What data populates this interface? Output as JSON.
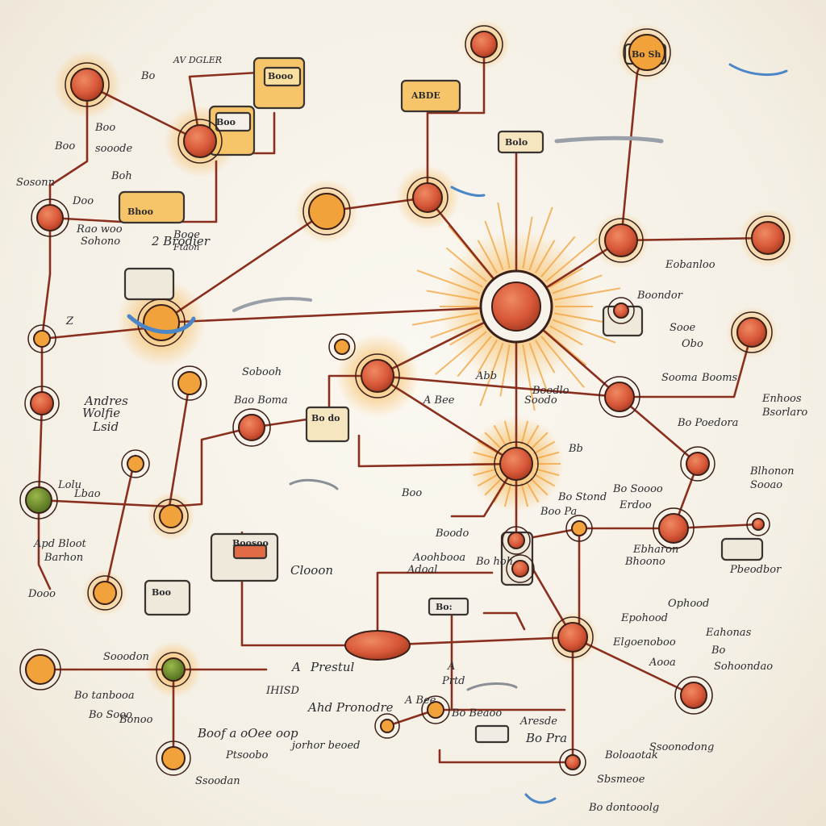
{
  "colors": {
    "wire": "#8a2f1e",
    "glow": "#f3a33a",
    "node": "#d9593a",
    "node_dark": "#7a2414",
    "ink": "#2b2b30",
    "box_fill": "#f6c56a",
    "box_stroke": "#3a3430",
    "leaf": "#6f8b2b",
    "blue": "#4b86c7"
  },
  "labels": [
    {
      "id": "l1",
      "text": "AV DGLER"
    },
    {
      "id": "l2",
      "text": "Bo"
    },
    {
      "id": "l3",
      "text": "Boo"
    },
    {
      "id": "l4",
      "text": "Boo"
    },
    {
      "id": "l5",
      "text": "Sosonn"
    },
    {
      "id": "l6",
      "text": "sooode"
    },
    {
      "id": "l7",
      "text": "Doo"
    },
    {
      "id": "l8",
      "text": "Rao woo"
    },
    {
      "id": "l9",
      "text": "Sohono"
    },
    {
      "id": "l10",
      "text": "Boh"
    },
    {
      "id": "l11",
      "text": "Ftaon"
    },
    {
      "id": "l12",
      "text": "Booe"
    },
    {
      "id": "l13",
      "text": "2 Brodier"
    },
    {
      "id": "l14",
      "text": "Z"
    },
    {
      "id": "l15",
      "text": "Andres"
    },
    {
      "id": "l16",
      "text": "Wolfie"
    },
    {
      "id": "l17",
      "text": "Lsid"
    },
    {
      "id": "l18",
      "text": "Lolu"
    },
    {
      "id": "l19",
      "text": "Lbao"
    },
    {
      "id": "l20",
      "text": "Apd Bloot"
    },
    {
      "id": "l21",
      "text": "Barhon"
    },
    {
      "id": "l22",
      "text": "Dooo"
    },
    {
      "id": "l23",
      "text": "Sooodon"
    },
    {
      "id": "l24",
      "text": "Bo tanbooa"
    },
    {
      "id": "l25",
      "text": "Bo Sooo"
    },
    {
      "id": "l26",
      "text": "Bonoo"
    },
    {
      "id": "l27",
      "text": "Boof a oOee oop"
    },
    {
      "id": "l28",
      "text": "Ptsoobo"
    },
    {
      "id": "l29",
      "text": "Ssoodan"
    },
    {
      "id": "l30",
      "text": "A"
    },
    {
      "id": "l31",
      "text": "Prestul"
    },
    {
      "id": "l32",
      "text": "IHISD"
    },
    {
      "id": "l33",
      "text": "Ahd Pronodre"
    },
    {
      "id": "l34",
      "text": "jorhor beoed"
    },
    {
      "id": "l35",
      "text": "Clooon"
    },
    {
      "id": "l36",
      "text": "A"
    },
    {
      "id": "l37",
      "text": "Prtd"
    },
    {
      "id": "l38",
      "text": "A Bee"
    },
    {
      "id": "l39",
      "text": "Bo Beaoo"
    },
    {
      "id": "l40",
      "text": "Aresde"
    },
    {
      "id": "l41",
      "text": "Bo Pra"
    },
    {
      "id": "l42",
      "text": "Boloaotak"
    },
    {
      "id": "l43",
      "text": "Sbsmeoe"
    },
    {
      "id": "l44",
      "text": "Ssoonodong"
    },
    {
      "id": "l45",
      "text": "Bo dontooolg"
    },
    {
      "id": "l46",
      "text": "Ophood"
    },
    {
      "id": "l47",
      "text": "Elgoenoboo"
    },
    {
      "id": "l48",
      "text": "Aooa"
    },
    {
      "id": "l49",
      "text": "Sohoondao"
    },
    {
      "id": "l50",
      "text": "Eahonas"
    },
    {
      "id": "l51",
      "text": "Bo"
    },
    {
      "id": "l52",
      "text": "Epohood"
    },
    {
      "id": "l53",
      "text": "Bhoono"
    },
    {
      "id": "l54",
      "text": "Ebharon"
    },
    {
      "id": "l55",
      "text": "Blhonon"
    },
    {
      "id": "l56",
      "text": "Sooao"
    },
    {
      "id": "l57",
      "text": "Bo Soooo"
    },
    {
      "id": "l58",
      "text": "Erdoo"
    },
    {
      "id": "l59",
      "text": "Bo Stond"
    },
    {
      "id": "l60",
      "text": "Boo Pa"
    },
    {
      "id": "l61",
      "text": "Pbeodbor"
    },
    {
      "id": "l62",
      "text": "Bo hoh"
    },
    {
      "id": "l63",
      "text": "Bb"
    },
    {
      "id": "l64",
      "text": "A Bee"
    },
    {
      "id": "l65",
      "text": "Boodlo"
    },
    {
      "id": "l66",
      "text": "Soodo"
    },
    {
      "id": "l67",
      "text": "Abb"
    },
    {
      "id": "l68",
      "text": "Bo Poedora"
    },
    {
      "id": "l69",
      "text": "Enhoos"
    },
    {
      "id": "l70",
      "text": "Bsorlaro"
    },
    {
      "id": "l71",
      "text": "Sooma"
    },
    {
      "id": "l72",
      "text": "Booms"
    },
    {
      "id": "l73",
      "text": "Boondor"
    },
    {
      "id": "l74",
      "text": "Eobanloo"
    },
    {
      "id": "l75",
      "text": "Sooe"
    },
    {
      "id": "l76",
      "text": "Obo"
    },
    {
      "id": "l77",
      "text": "Boodo"
    },
    {
      "id": "l78",
      "text": "Boo"
    },
    {
      "id": "l79",
      "text": "Aoohbooa"
    },
    {
      "id": "l80",
      "text": "Adoal"
    },
    {
      "id": "l81",
      "text": "Sobooh"
    },
    {
      "id": "l82",
      "text": "Bao Boma"
    }
  ],
  "box_labels": [
    {
      "id": "b1",
      "text": "Booo"
    },
    {
      "id": "b2",
      "text": "ABDE"
    },
    {
      "id": "b3",
      "text": "Boo"
    },
    {
      "id": "b4",
      "text": "Bhoo"
    },
    {
      "id": "b5",
      "text": "Bolo"
    },
    {
      "id": "b6",
      "text": "Bo Sh"
    },
    {
      "id": "b7",
      "text": "Bo do"
    },
    {
      "id": "b8",
      "text": "Boosoo"
    },
    {
      "id": "b9",
      "text": "Boo"
    },
    {
      "id": "b10",
      "text": "Bo:"
    }
  ]
}
